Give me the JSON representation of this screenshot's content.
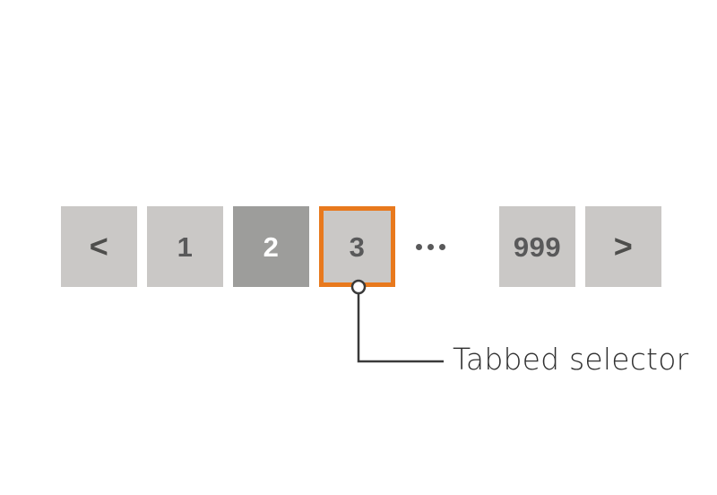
{
  "component": {
    "name": "Tabbed selector",
    "background_color": "#ffffff"
  },
  "pagination": {
    "tabs": [
      {
        "label": "<",
        "icon": "chevron-left-icon",
        "type": "arrow",
        "state": "default"
      },
      {
        "label": "1",
        "icon": "",
        "type": "page",
        "state": "default"
      },
      {
        "label": "2",
        "icon": "",
        "type": "page",
        "state": "active"
      },
      {
        "label": "3",
        "icon": "",
        "type": "page",
        "state": "selected"
      },
      {
        "label": "…",
        "icon": "ellipsis-icon",
        "type": "ellipsis",
        "state": "static"
      },
      {
        "label": "999",
        "icon": "",
        "type": "page",
        "state": "default"
      },
      {
        "label": ">",
        "icon": "chevron-right-icon",
        "type": "arrow",
        "state": "default"
      }
    ],
    "colors": {
      "tab_default_bg": "#cac8c6",
      "tab_default_text": "#59595a",
      "tab_active_bg": "#9d9d9b",
      "tab_active_text": "#ffffff",
      "selected_border": "#e8791d",
      "marker_stroke": "#3a3a3a",
      "marker_fill": "#ffffff",
      "leader_line": "#3a3a3a",
      "label_text": "#2e2e2e"
    }
  },
  "annotation": {
    "label": "Tabbed selector",
    "marker": "callout-anchor-circle",
    "leader": "callout-leader-line"
  }
}
